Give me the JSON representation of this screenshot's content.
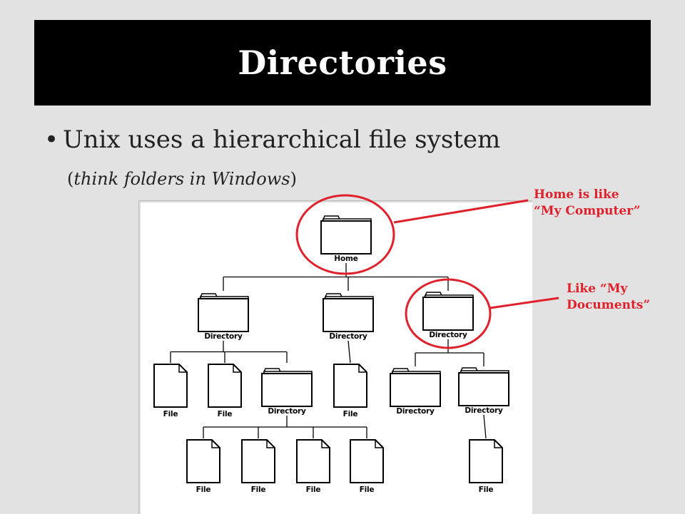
{
  "slide": {
    "title": "Directories",
    "bullet": "Unix uses a hierarchical file system",
    "subtext_open": "(",
    "subtext_italic": "think folders in Windows",
    "subtext_close": ")"
  },
  "diagram": {
    "nodes": [
      {
        "id": "home",
        "label": "Home",
        "type": "folder"
      },
      {
        "id": "dir1",
        "label": "Directory",
        "type": "folder"
      },
      {
        "id": "dir2",
        "label": "Directory",
        "type": "folder"
      },
      {
        "id": "dir3",
        "label": "Directory",
        "type": "folder"
      },
      {
        "id": "file1",
        "label": "File",
        "type": "file"
      },
      {
        "id": "file2",
        "label": "File",
        "type": "file"
      },
      {
        "id": "dir4",
        "label": "Directory",
        "type": "folder"
      },
      {
        "id": "file3",
        "label": "File",
        "type": "file"
      },
      {
        "id": "dir5",
        "label": "Directory",
        "type": "folder"
      },
      {
        "id": "dir6",
        "label": "Directory",
        "type": "folder"
      },
      {
        "id": "file4",
        "label": "File",
        "type": "file"
      },
      {
        "id": "file5",
        "label": "File",
        "type": "file"
      },
      {
        "id": "file6",
        "label": "File",
        "type": "file"
      },
      {
        "id": "file7",
        "label": "File",
        "type": "file"
      },
      {
        "id": "file8",
        "label": "File",
        "type": "file"
      }
    ],
    "edges": [
      [
        "home",
        "dir1"
      ],
      [
        "home",
        "dir2"
      ],
      [
        "home",
        "dir3"
      ],
      [
        "dir1",
        "file1"
      ],
      [
        "dir1",
        "file2"
      ],
      [
        "dir1",
        "dir4"
      ],
      [
        "dir2",
        "file3"
      ],
      [
        "dir3",
        "dir5"
      ],
      [
        "dir3",
        "dir6"
      ],
      [
        "dir4",
        "file4"
      ],
      [
        "dir4",
        "file5"
      ],
      [
        "dir4",
        "file6"
      ],
      [
        "dir4",
        "file7"
      ],
      [
        "dir6",
        "file8"
      ]
    ]
  },
  "annotations": {
    "home_line1": "Home is like",
    "home_line2": "“My Computer”",
    "docs_line1": "Like “My",
    "docs_line2": "Documents”",
    "color": "#e0202a"
  }
}
